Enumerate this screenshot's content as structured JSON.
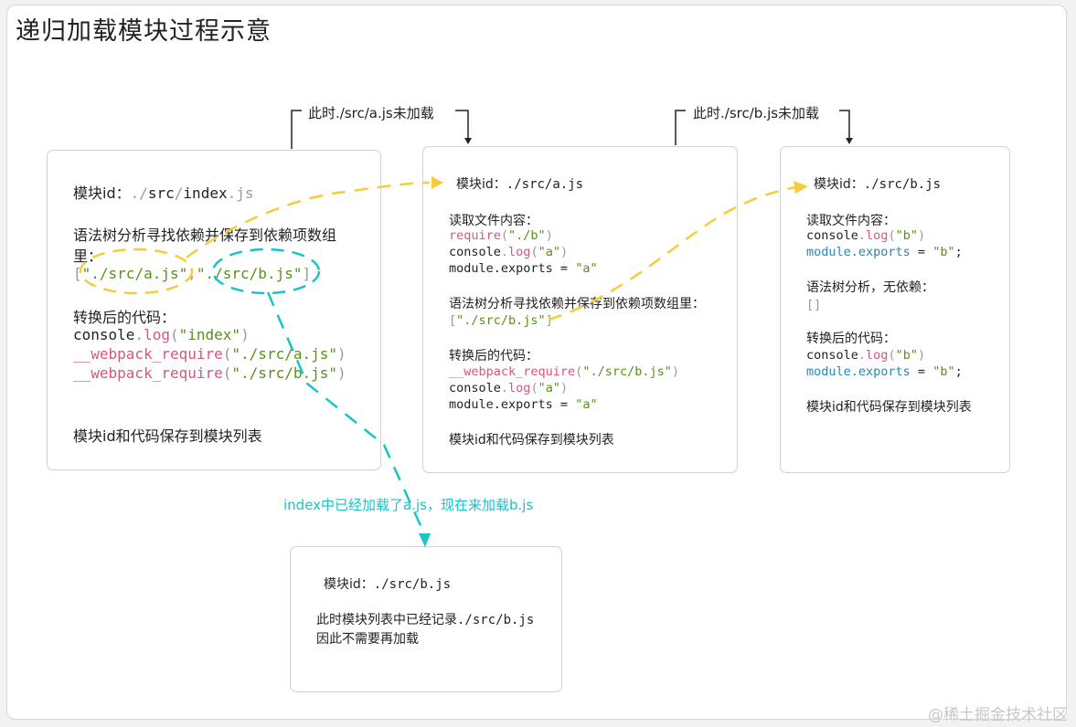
{
  "title": "递归加载模块过程示意",
  "labels": {
    "not_loaded_a": "此时./src/a.js未加载",
    "not_loaded_b": "此时./src/b.js未加载",
    "transition": "index中已经加载了a.js，现在来加载b.js"
  },
  "watermark": "@稀土掘金技术社区",
  "colors": {
    "yellow_dashed": "#f5cc3a",
    "cyan_dashed": "#19c3c8",
    "pink_code": "#d4577c",
    "green_string": "#5a8f1c",
    "blue_code": "#2a86b6"
  },
  "index_box": {
    "id_label": "模块id：",
    "id_dot": "./",
    "id_src": "src",
    "id_slash": "/",
    "id_name": "index",
    "id_ext": ".js",
    "analysis_line1": "语法树分析寻找依赖并保存到依赖项数组",
    "analysis_line2": "里：",
    "deps_open": "[",
    "dep_a": "\"./src/a.js\"",
    "deps_comma": ",",
    "dep_b": "\"./src/b.js\"",
    "deps_close": "]",
    "converted_label": "转换后的代码：",
    "code1_obj": "console",
    "code1_dot": ".",
    "code1_fn": "log",
    "code1_paren_open": "(",
    "code1_arg": "\"index\"",
    "code1_paren_close": ")",
    "code2_fn": "__webpack_require",
    "code2_paren_open": "(",
    "code2_arg": "\"./src/a.js\"",
    "code2_paren_close": ")",
    "code3_fn": "__webpack_require",
    "code3_paren_open": "(",
    "code3_arg": "\"./src/b.js\"",
    "code3_paren_close": ")",
    "save_text": "模块id和代码保存到模块列表"
  },
  "a_box": {
    "id_label": "模块id：",
    "id_path": "./src/a.js",
    "read_label": "读取文件内容：",
    "src1_fn": "require",
    "src1_open": "(",
    "src1_arg": "\"./b\"",
    "src1_close": ")",
    "src2_obj": "console",
    "src2_dot": ".",
    "src2_fn": "log",
    "src2_open": "(",
    "src2_arg": "\"a\"",
    "src2_close": ")",
    "src3_left": "module.exports",
    "src3_eq": " = ",
    "src3_val": "\"a\"",
    "analysis": "语法树分析寻找依赖并保存到依赖项数组里：",
    "deps_open": "[",
    "dep_b": "\"./src/b.js\"",
    "deps_close": "]",
    "converted_label": "转换后的代码：",
    "code1_fn": "__webpack_require",
    "code1_open": "(",
    "code1_arg": "\"./src/b.js\"",
    "code1_close": ")",
    "code2_obj": "console",
    "code2_dot": ".",
    "code2_fn": "log",
    "code2_open": "(",
    "code2_arg": "\"a\"",
    "code2_close": ")",
    "code3_left": "module.exports",
    "code3_eq": " = ",
    "code3_val": "\"a\"",
    "save_text": "模块id和代码保存到模块列表"
  },
  "b_box": {
    "id_label": "模块id：",
    "id_path": "./src/b.js",
    "read_label": "读取文件内容：",
    "src1_obj": "console",
    "src1_dot": ".",
    "src1_fn": "log",
    "src1_open": "(",
    "src1_arg": "\"b\"",
    "src1_close": ")",
    "src2_left": "module.exports",
    "src2_eq": " = ",
    "src2_val": "\"b\"",
    "src2_semi": ";",
    "analysis": "语法树分析，无依赖：",
    "empty_deps": "[]",
    "converted_label": "转换后的代码：",
    "code1_obj": "console",
    "code1_dot": ".",
    "code1_fn": "log",
    "code1_open": "(",
    "code1_arg": "\"b\"",
    "code1_close": ")",
    "code2_left": "module.exports",
    "code2_eq": " = ",
    "code2_val": "\"b\"",
    "code2_semi": ";",
    "save_text": "模块id和代码保存到模块列表"
  },
  "b_cached_box": {
    "id_label": "模块id：",
    "id_path": "./src/b.js",
    "line1_text": "此时模块列表中已经记录",
    "line1_path": "./src/b.js",
    "line2": "因此不需要再加载"
  }
}
